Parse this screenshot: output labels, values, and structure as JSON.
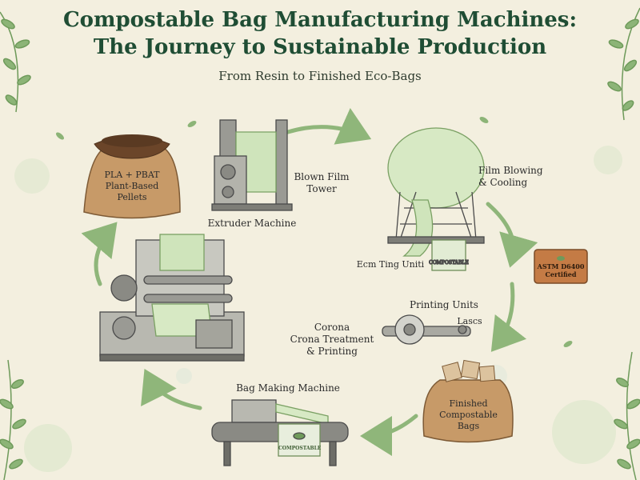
{
  "title_line1": "Compostable Bag Manufacturing Machines:",
  "title_line2": "The Journey to Sustainable Production",
  "subtitle": "From Resin to Finished Eco-Bags",
  "pellets_label": [
    "PLA + PBAT",
    "Plant-Based",
    "Pellets"
  ],
  "blown_film_tower_label": [
    "Blown Film",
    "Tower"
  ],
  "extruder_label": "Extruder Machine",
  "film_blowing_label": [
    "Film Blowing",
    "& Cooling"
  ],
  "ecm_ting_label": "Ecm Ting Uniti",
  "printing_units_label": "Printing Units",
  "lascs_label": "Lascs",
  "corona_label": [
    "Corona",
    "Crona Treatment",
    "& Printing"
  ],
  "badge_label": [
    "ASTM D6400",
    "Certified"
  ],
  "finished_bags_label": [
    "Finished",
    "Compostable",
    "Bags"
  ],
  "bag_making_label": "Bag Making Machine",
  "compostable_stamp": "COMPOSTABLE",
  "colors": {
    "title": "#1f4d34",
    "arrow": "#8fb67a",
    "leaf": "#7fa86a",
    "badge": "#b46d3a"
  }
}
